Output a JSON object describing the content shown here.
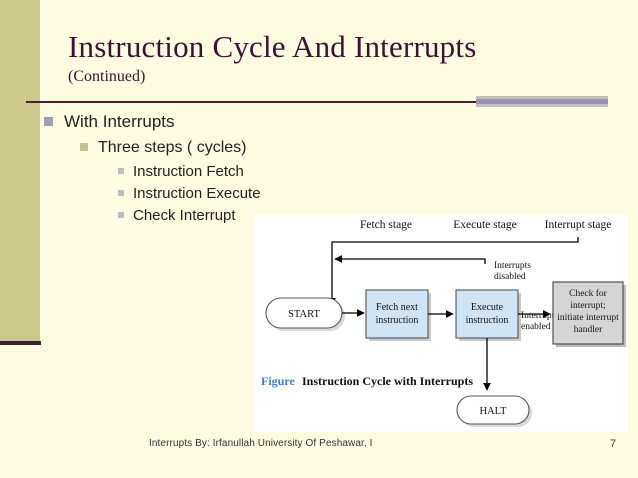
{
  "slide": {
    "title": "Instruction Cycle And Interrupts",
    "subtitle": "(Continued)",
    "accent_color": "#3d1035",
    "background_color": "#fdfbe0",
    "strip_color": "#cbc98c"
  },
  "bullets": [
    {
      "level": 1,
      "text": "With Interrupts",
      "marker_color": "#9aa3b4"
    },
    {
      "level": 2,
      "text": "Three steps ( cycles)",
      "marker_color": "#c2c192"
    },
    {
      "level": 3,
      "text": "Instruction Fetch",
      "marker_color": "#b9bcc4"
    },
    {
      "level": 3,
      "text": "Instruction Execute",
      "marker_color": "#b9bcc4"
    },
    {
      "level": 3,
      "text": "Check Interrupt",
      "marker_color": "#b9bcc4"
    }
  ],
  "figure": {
    "stage_labels": {
      "fetch": "Fetch stage",
      "execute": "Execute stage",
      "interrupt": "Interrupt stage"
    },
    "nodes": {
      "start": "START",
      "fetch_box_line1": "Fetch next",
      "fetch_box_line2": "instruction",
      "execute_box_line1": "Execute",
      "execute_box_line2": "instruction",
      "check_box_line1": "Check for",
      "check_box_line2": "interrupt;",
      "check_box_line3": "initiate interrupt",
      "check_box_line4": "handler",
      "halt": "HALT"
    },
    "edge_labels": {
      "disabled_line1": "Interrupts",
      "disabled_line2": "disabled",
      "enabled_line1": "Interrupts",
      "enabled_line2": "enabled"
    },
    "caption_prefix": "Figure",
    "caption_text": "Instruction Cycle with Interrupts",
    "caption_prefix_color": "#3b7fd4",
    "box_fill_blue": "#cfe4f5",
    "box_fill_gray": "#d5d5d5"
  },
  "footer": {
    "text": "Interrupts  By: Irfanullah University Of Peshawar, I",
    "page_number": "7"
  }
}
